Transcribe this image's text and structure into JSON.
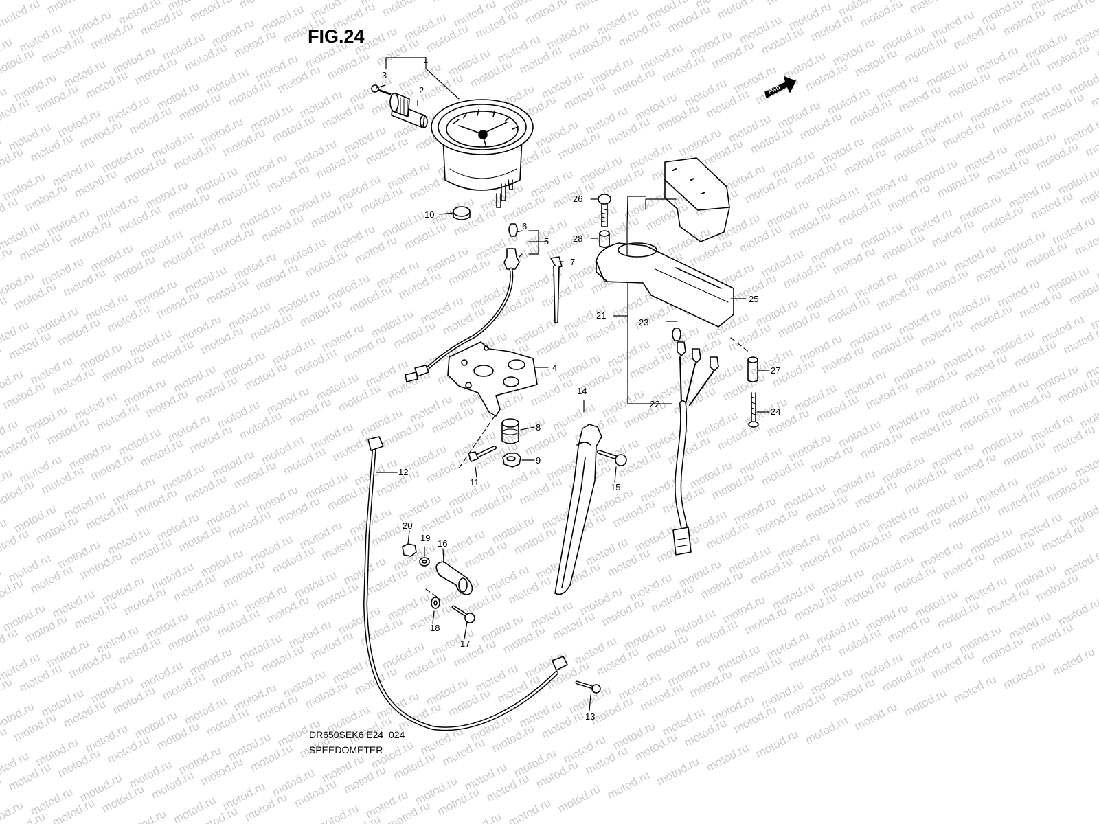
{
  "figure": {
    "title": "FIG.24",
    "code": "DR650SEK6 E24_024",
    "caption": "SPEEDOMETER",
    "watermark": "motod.ru",
    "fwd_label": "FWD"
  },
  "callouts": [
    "1",
    "2",
    "3",
    "4",
    "5",
    "6",
    "7",
    "8",
    "9",
    "10",
    "11",
    "12",
    "13",
    "14",
    "15",
    "16",
    "17",
    "18",
    "19",
    "20",
    "21",
    "22",
    "23",
    "24",
    "25",
    "26",
    "27",
    "28"
  ],
  "colors": {
    "line": "#000000",
    "watermark": "#c8c8c8",
    "background": "#ffffff"
  }
}
